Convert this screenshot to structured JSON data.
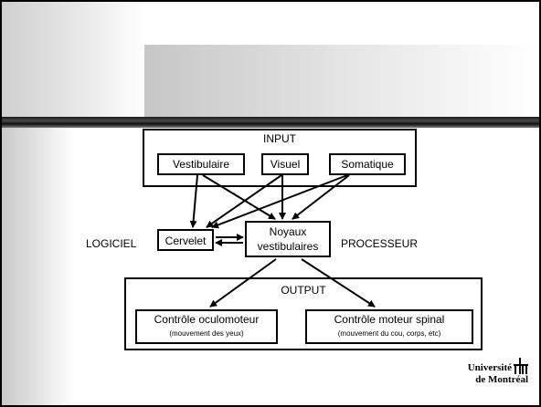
{
  "diagram": {
    "input_label": "INPUT",
    "input_boxes": [
      "Vestibulaire",
      "Visuel",
      "Somatique"
    ],
    "cervelet": "Cervelet",
    "noyaux_line1": "Noyaux",
    "noyaux_line2": "vestibulaires",
    "logiciel": "LOGICIEL",
    "processeur": "PROCESSEUR",
    "output_label": "OUTPUT",
    "out1_title": "Contrôle oculomoteur",
    "out1_sub": "(mouvement des yeux)",
    "out2_title": "Contrôle moteur spinal",
    "out2_sub": "(mouvement du cou, corps, etc)"
  },
  "logo": {
    "line1": "Université",
    "line2": "de Montréal"
  }
}
